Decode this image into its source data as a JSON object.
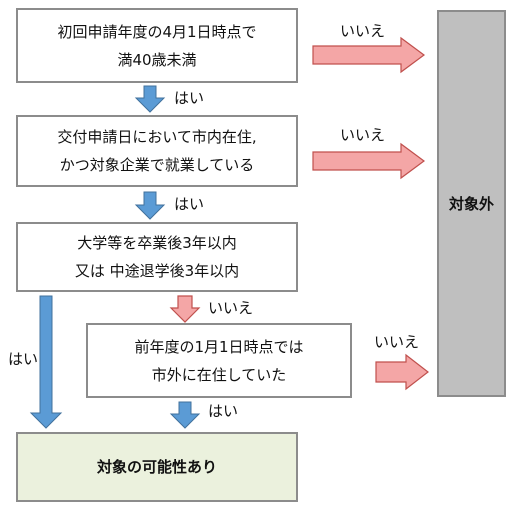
{
  "questions": [
    {
      "line1": "初回申請年度の4月1日時点で",
      "line2": "満40歳未満"
    },
    {
      "line1": "交付申請日において市内在住,",
      "line2": "かつ対象企業で就業している"
    },
    {
      "line1": "大学等を卒業後3年以内",
      "line2": "又は 中途退学後3年以内"
    },
    {
      "line1": "前年度の1月1日時点では",
      "line2": "市外に在住していた"
    }
  ],
  "outcomes": {
    "excluded": "対象外",
    "eligible": "対象の可能性あり"
  },
  "labels": {
    "yes": "はい",
    "no": "いいえ"
  },
  "colors": {
    "yes_arrow_fill": "#5b9bd5",
    "yes_arrow_stroke": "#41719c",
    "no_arrow_fill": "#f4a6a6",
    "no_arrow_stroke": "#c0504d",
    "excluded_box": "#bfbfbf",
    "eligible_box": "#ebf1dd"
  }
}
